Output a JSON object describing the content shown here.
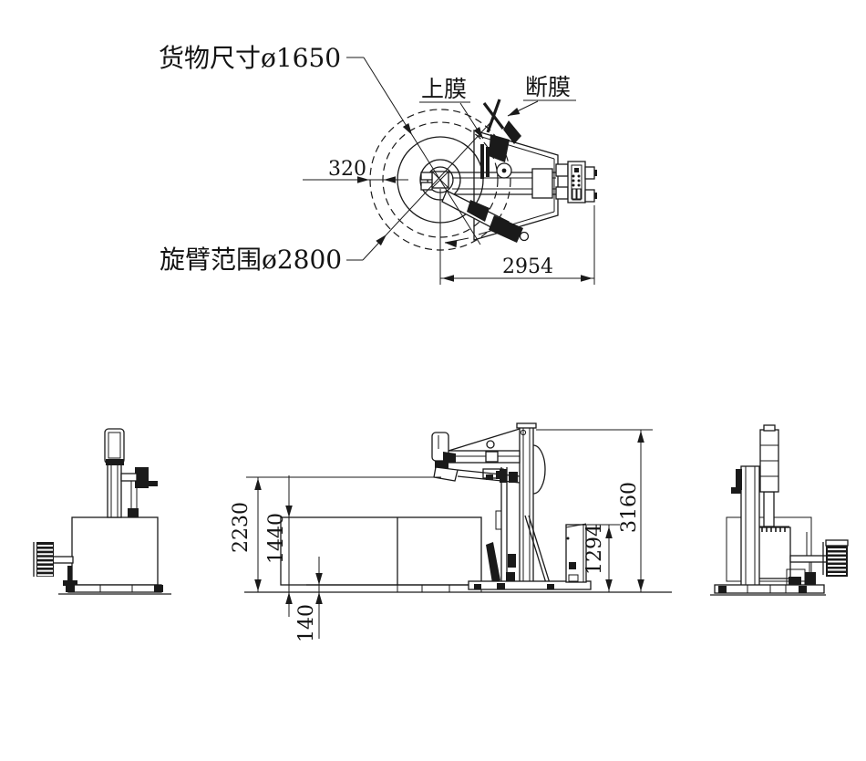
{
  "drawing": {
    "plan": {
      "cargo_size_label": "货物尺寸ø1650",
      "film_up_label": "上膜",
      "film_cut_label": "断膜",
      "arm_range_label": "旋臂范围ø2800",
      "dim_ring_gap": "320",
      "dim_machine_length": "2954"
    },
    "elevation": {
      "dim_wrap_height": "2230",
      "dim_cargo_height": "1440",
      "dim_pallet_height": "140",
      "dim_cabinet_height": "1294",
      "dim_total_height": "3160"
    },
    "colors": {
      "line": "#1a1a1a",
      "background": "#ffffff"
    }
  }
}
